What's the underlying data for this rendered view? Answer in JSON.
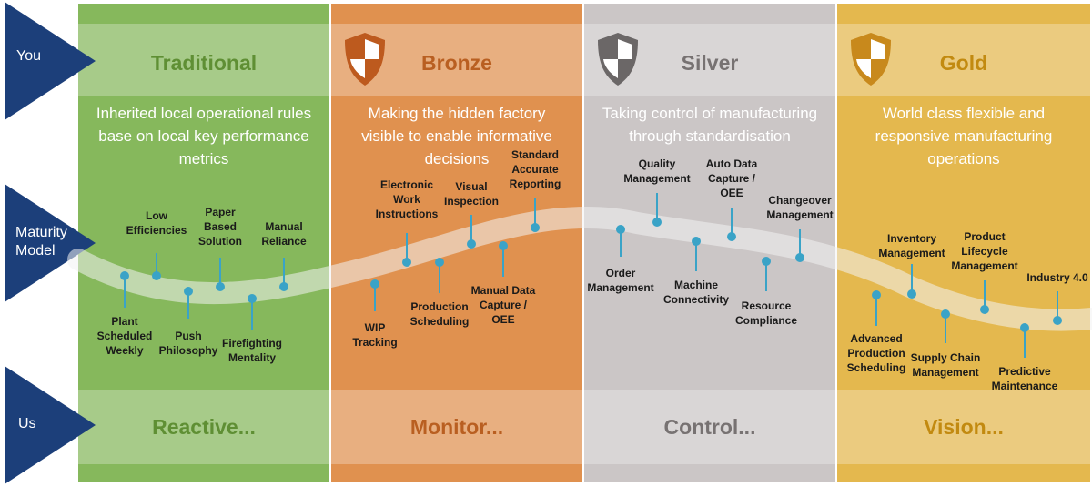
{
  "rows": {
    "you": "You",
    "maturity": [
      "Maturity",
      "Model"
    ],
    "us": "Us"
  },
  "columns": [
    {
      "id": "traditional",
      "title": "Traditional",
      "description": [
        "Inherited local operational rules",
        "base on local key performance",
        "metrics"
      ],
      "footer": "Reactive...",
      "bg": "#86b85c",
      "title_color": "#5f8f34",
      "footer_color": "#5f8f34",
      "shield": false
    },
    {
      "id": "bronze",
      "title": "Bronze",
      "description": [
        "Making the hidden factory",
        "visible to enable informative",
        "decisions"
      ],
      "footer": "Monitor...",
      "bg": "#e0914f",
      "title_color": "#b95f21",
      "footer_color": "#b95f21",
      "shield": true,
      "shield_color": "#bd5a1e"
    },
    {
      "id": "silver",
      "title": "Silver",
      "description": [
        "Taking control of manufacturing",
        "through standardisation"
      ],
      "footer": "Control...",
      "bg": "#cbc6c6",
      "title_color": "#777272",
      "footer_color": "#777272",
      "shield": true,
      "shield_color": "#6b6767"
    },
    {
      "id": "gold",
      "title": "Gold",
      "description": [
        "World class flexible and",
        "responsive manufacturing",
        "operations"
      ],
      "footer": "Vision...",
      "bg": "#e4b84e",
      "title_color": "#c28a10",
      "footer_color": "#c28a10",
      "shield": true,
      "shield_color": "#c8891c"
    }
  ],
  "milestones": [
    {
      "id": "plant-scheduled-weekly",
      "lines": [
        "Plant",
        "Scheduled",
        "Weekly"
      ],
      "pos": "below"
    },
    {
      "id": "low-efficiencies",
      "lines": [
        "Low",
        "Efficiencies"
      ],
      "pos": "above"
    },
    {
      "id": "push-philosophy",
      "lines": [
        "Push",
        "Philosophy"
      ],
      "pos": "below"
    },
    {
      "id": "paper-based-solution",
      "lines": [
        "Paper",
        "Based",
        "Solution"
      ],
      "pos": "above"
    },
    {
      "id": "firefighting-mentality",
      "lines": [
        "Firefighting",
        "Mentality"
      ],
      "pos": "below"
    },
    {
      "id": "manual-reliance",
      "lines": [
        "Manual",
        "Reliance"
      ],
      "pos": "above"
    },
    {
      "id": "wip-tracking",
      "lines": [
        "WIP",
        "Tracking"
      ],
      "pos": "below"
    },
    {
      "id": "electronic-work-instructions",
      "lines": [
        "Electronic",
        "Work",
        "Instructions"
      ],
      "pos": "above"
    },
    {
      "id": "production-scheduling",
      "lines": [
        "Production",
        "Scheduling"
      ],
      "pos": "below"
    },
    {
      "id": "visual-inspection",
      "lines": [
        "Visual",
        "Inspection"
      ],
      "pos": "above"
    },
    {
      "id": "manual-data-capture-oee",
      "lines": [
        "Manual Data",
        "Capture /",
        "OEE"
      ],
      "pos": "below"
    },
    {
      "id": "standard-accurate-reporting",
      "lines": [
        "Standard",
        "Accurate",
        "Reporting"
      ],
      "pos": "above"
    },
    {
      "id": "order-management",
      "lines": [
        "Order",
        "Management"
      ],
      "pos": "below"
    },
    {
      "id": "quality-management",
      "lines": [
        "Quality",
        "Management"
      ],
      "pos": "above"
    },
    {
      "id": "machine-connectivity",
      "lines": [
        "Machine",
        "Connectivity"
      ],
      "pos": "below"
    },
    {
      "id": "auto-data-capture-oee",
      "lines": [
        "Auto Data",
        "Capture /",
        "OEE"
      ],
      "pos": "above"
    },
    {
      "id": "resource-compliance",
      "lines": [
        "Resource",
        "Compliance"
      ],
      "pos": "below"
    },
    {
      "id": "changeover-management",
      "lines": [
        "Changeover",
        "Management"
      ],
      "pos": "above"
    },
    {
      "id": "advanced-production-scheduling",
      "lines": [
        "Advanced",
        "Production",
        "Scheduling"
      ],
      "pos": "below"
    },
    {
      "id": "inventory-management",
      "lines": [
        "Inventory",
        "Management"
      ],
      "pos": "above"
    },
    {
      "id": "supply-chain-management",
      "lines": [
        "Supply Chain",
        "Management"
      ],
      "pos": "below"
    },
    {
      "id": "product-lifecycle-management",
      "lines": [
        "Product",
        "Lifecycle",
        "Management"
      ],
      "pos": "above"
    },
    {
      "id": "predictive-maintenance",
      "lines": [
        "Predictive",
        "Maintenance"
      ],
      "pos": "below"
    },
    {
      "id": "industry-4-0",
      "lines": [
        "Industry 4.0"
      ],
      "pos": "above"
    }
  ],
  "colors": {
    "arrow": "#1c3f7a",
    "dot": "#3aa3c7",
    "wave": "#f2f2f2"
  }
}
